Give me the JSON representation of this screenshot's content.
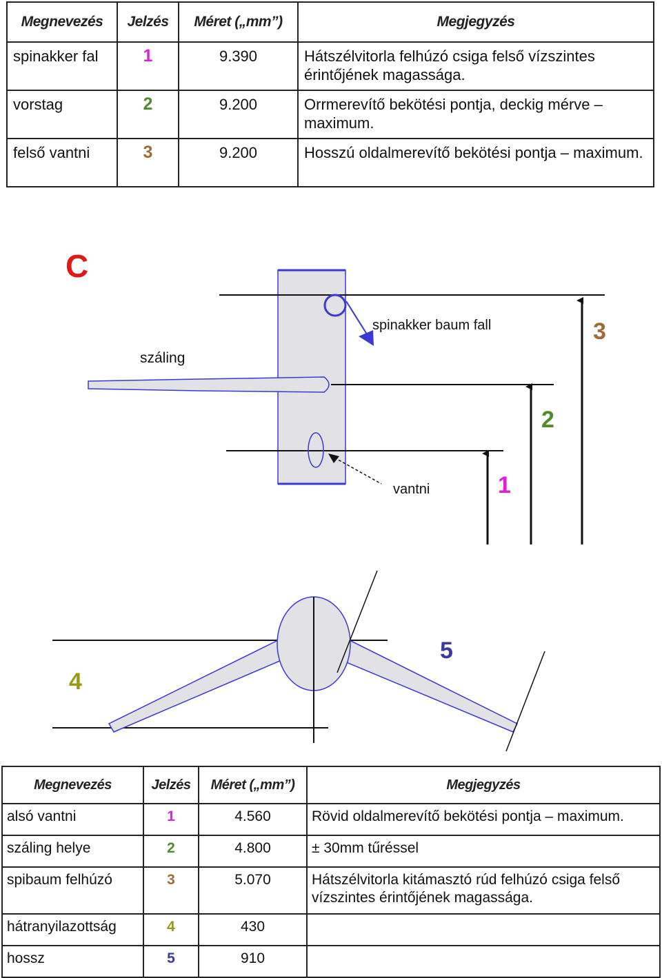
{
  "colors": {
    "mark1": "#e020d8",
    "mark2": "#4f8a2b",
    "mark3": "#9c6b3a",
    "mark4": "#9a9a10",
    "mark5": "#3a3aa0",
    "section_letter": "#e01818",
    "outline_blue": "#3a3ad0",
    "fill_gray": "#e2e2e6"
  },
  "table_top": {
    "headers": [
      "Megnevezés",
      "Jelzés",
      "Méret („mm”)",
      "Megjegyzés"
    ],
    "rows": [
      {
        "name": "spinakker fal",
        "mark": "1",
        "size": "9.390",
        "note": "Hátszélvitorla felhúzó csiga felső vízszintes érintőjének magassága."
      },
      {
        "name": "vorstag",
        "mark": "2",
        "size": "9.200",
        "note": "Orrmerevítő bekötési pontja, deckig mérve – maximum."
      },
      {
        "name": "felső vantni",
        "mark": "3",
        "size": "9.200",
        "note": "Hosszú oldalmerevítő bekötési pontja – maximum."
      }
    ]
  },
  "diagram": {
    "section_letter": "C",
    "label_spinakker": "spinakker baum fall",
    "label_szaling": "száling",
    "label_vantni": "vantni",
    "arrow_marks": [
      "1",
      "2",
      "3"
    ],
    "top_view_marks": [
      "4",
      "5"
    ]
  },
  "table_bottom": {
    "headers": [
      "Megnevezés",
      "Jelzés",
      "Méret („mm”)",
      "Megjegyzés"
    ],
    "rows": [
      {
        "name": "alsó vantni",
        "mark": "1",
        "size": "4.560",
        "note": "Rövid oldalmerevítő bekötési pontja – maximum."
      },
      {
        "name": "száling helye",
        "mark": "2",
        "size": "4.800",
        "note": "± 30mm tűréssel"
      },
      {
        "name": "spibaum felhúzó",
        "mark": "3",
        "size": "5.070",
        "note": "Hátszélvitorla kitámasztó rúd felhúzó csiga felső vízszintes érintőjének magassága."
      },
      {
        "name": "hátranyilazottság",
        "mark": "4",
        "size": "430",
        "note": ""
      },
      {
        "name": "hossz",
        "mark": "5",
        "size": "910",
        "note": ""
      }
    ]
  }
}
